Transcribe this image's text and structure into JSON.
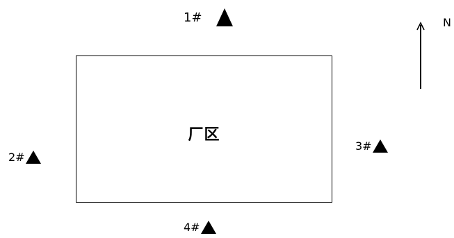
{
  "site": {
    "label": "厂区"
  },
  "points": {
    "p1": {
      "label": "1#",
      "icon": "triangle-icon"
    },
    "p2": {
      "label": "2#",
      "icon": "triangle-icon"
    },
    "p3": {
      "label": "3#",
      "icon": "triangle-icon"
    },
    "p4": {
      "label": "4#",
      "icon": "triangle-icon"
    }
  },
  "north": {
    "label": "N",
    "icon": "north-arrow-icon"
  }
}
